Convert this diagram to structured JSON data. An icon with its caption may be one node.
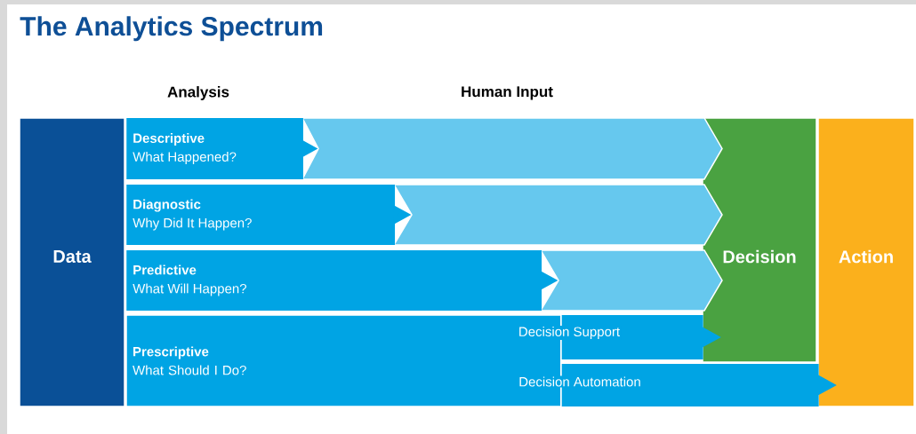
{
  "diagram": {
    "title": "The Analytics Spectrum",
    "nodes": [
      {
        "text": [
          "Data"
        ]
      },
      {
        "text": [
          "Descriptive",
          "What Happened?"
        ]
      },
      {
        "text": [],
        "shape": "chevron"
      },
      {
        "text": [
          "Diagnostic",
          "Why Did It Happen?"
        ]
      },
      {
        "text": [],
        "shape": "chevron"
      },
      {
        "text": [
          "Predictive",
          "What Will Happen?"
        ]
      },
      {
        "text": [],
        "shape": "chevron"
      },
      {
        "text": [
          "Prescriptive",
          "What Should I Do?"
        ]
      },
      {
        "text": [
          "Decision"
        ]
      },
      {
        "text": [
          "Action"
        ]
      }
    ],
    "edges": [
      {
        "from": 0,
        "to": 2,
        "arrow": "to"
      },
      {
        "from": 0,
        "to": 4,
        "arrow": "to"
      },
      {
        "from": 0,
        "to": 6,
        "arrow": "to"
      },
      {
        "from": 7,
        "to": 8,
        "arrow": "to",
        "label": "Decision Support"
      },
      {
        "from": 7,
        "to": 9,
        "arrow": "to",
        "label": "Decision Automation"
      }
    ],
    "labels": [
      "Analysis",
      "Human Input"
    ]
  }
}
